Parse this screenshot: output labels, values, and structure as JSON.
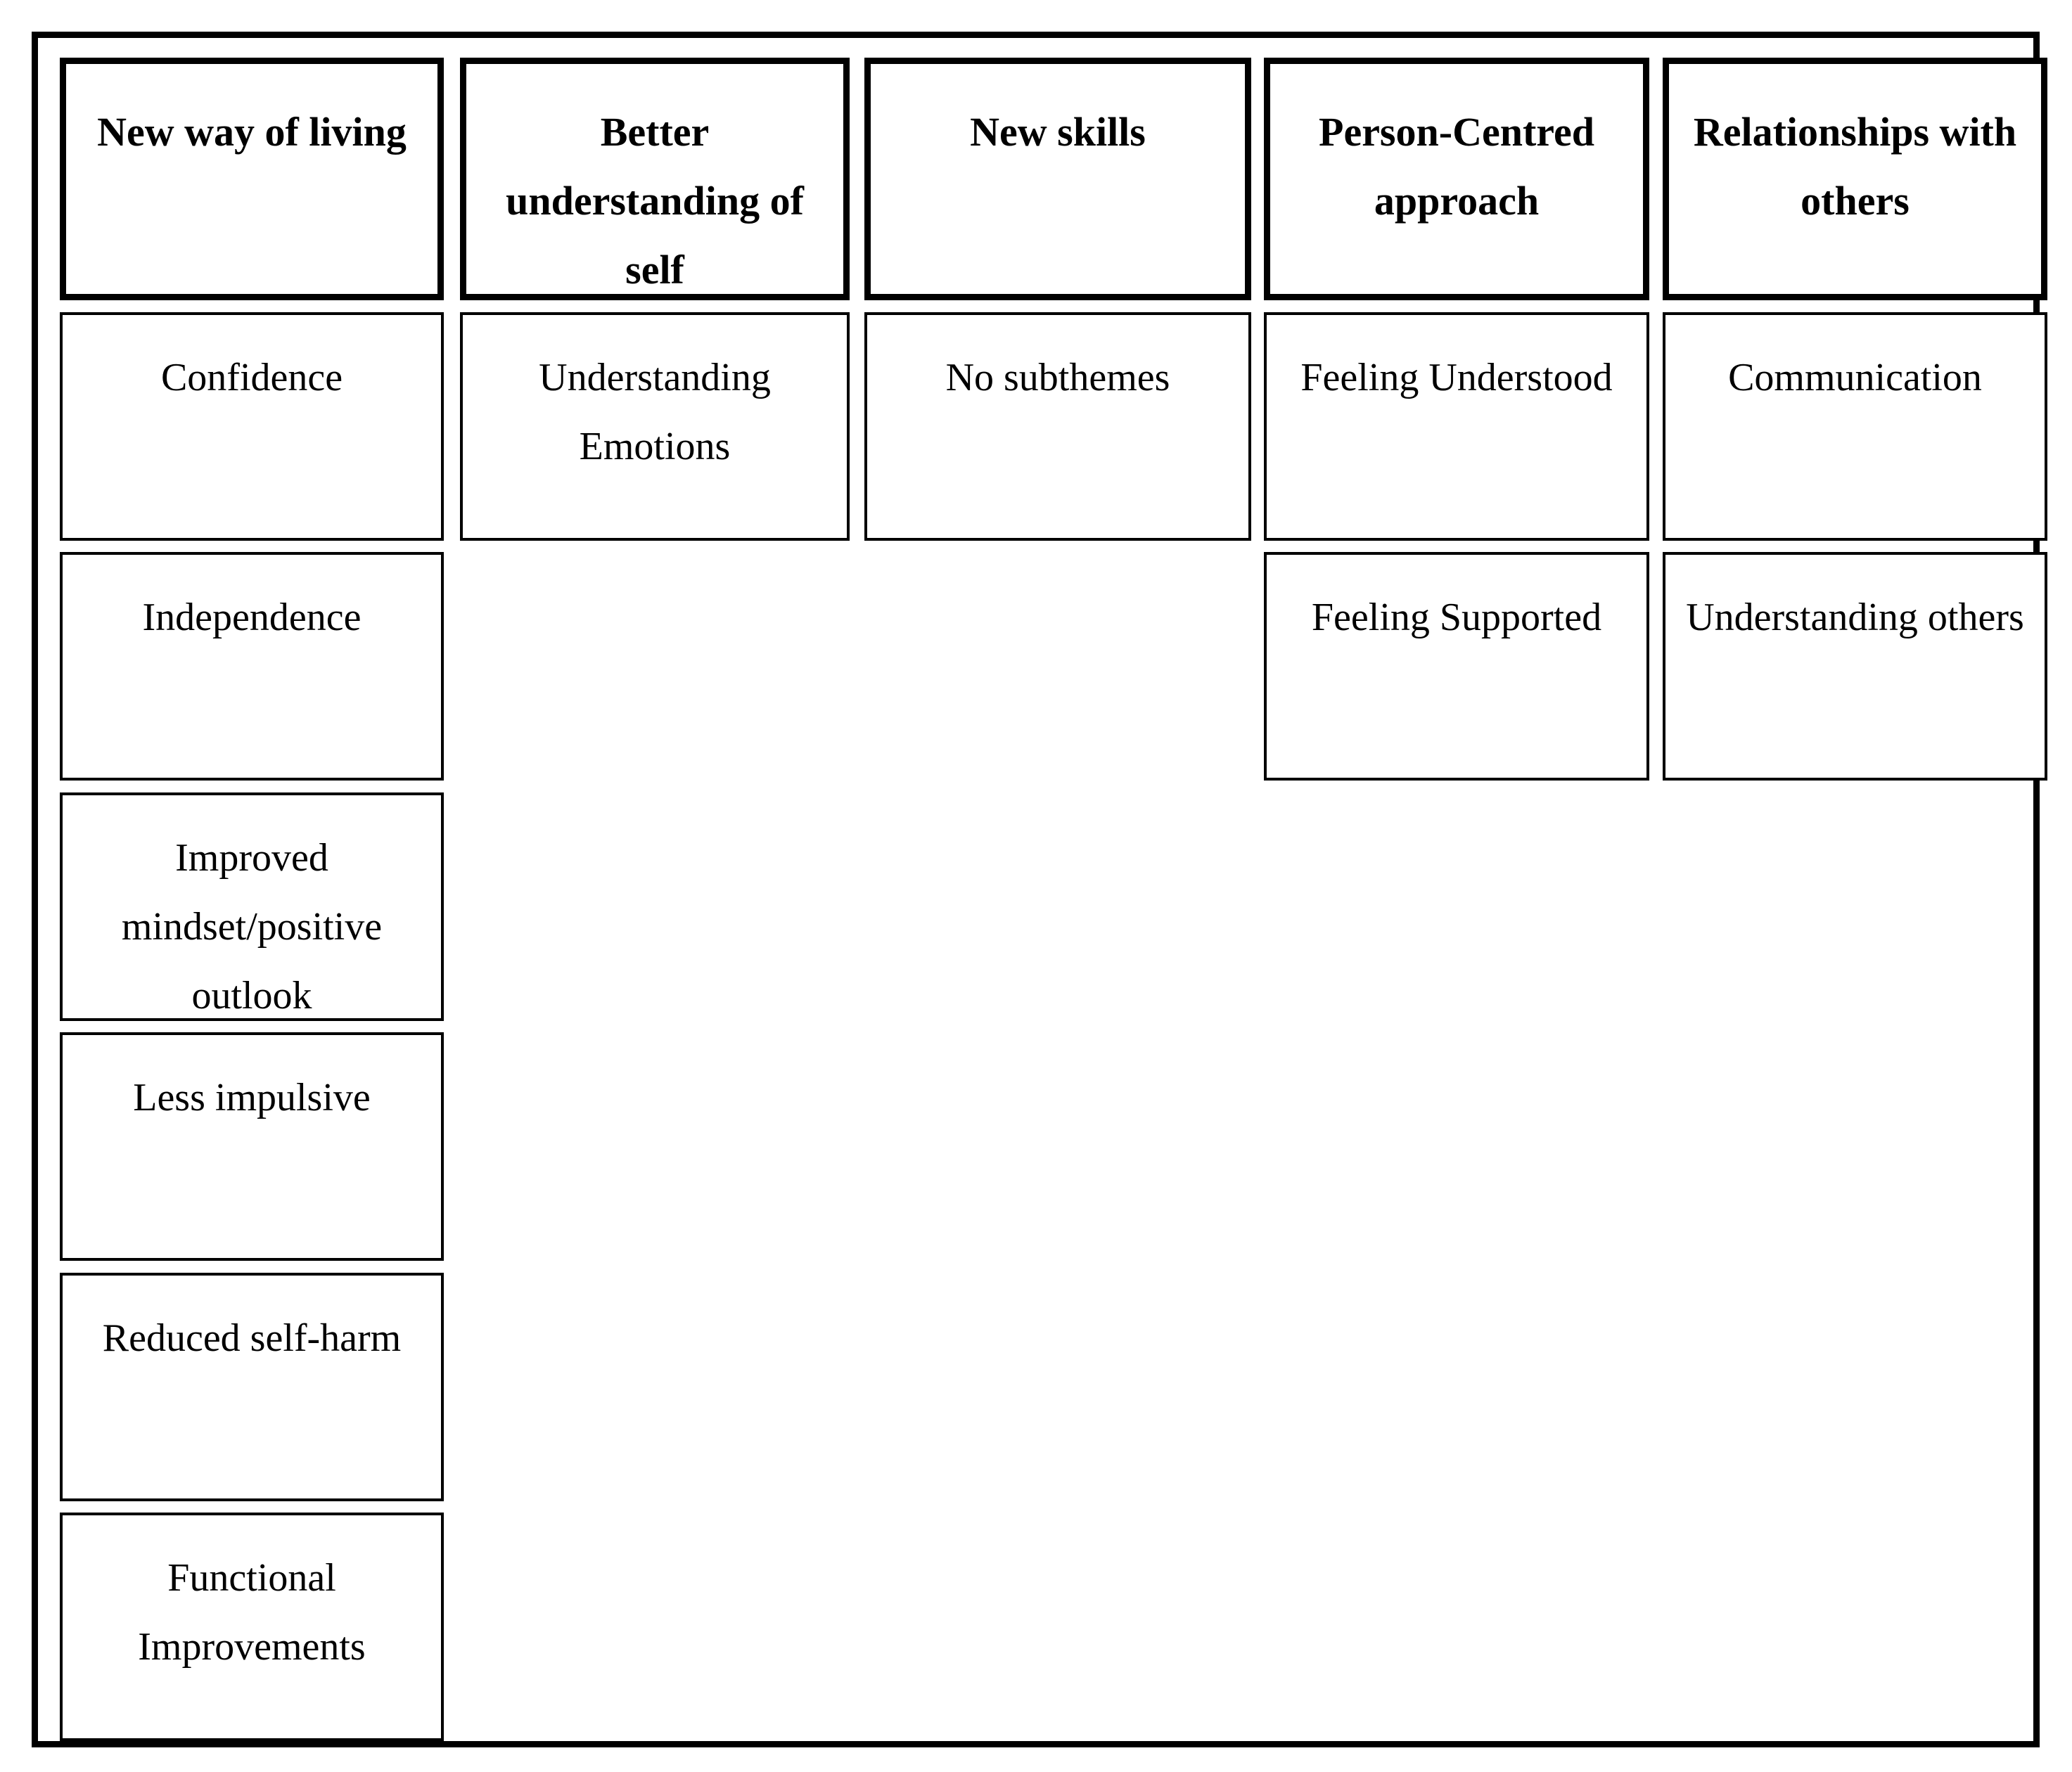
{
  "figure": {
    "kind": "thematic-framework-table",
    "border_color": "#000000",
    "background_color": "#ffffff",
    "columns": [
      {
        "id": "new-way-of-living",
        "theme": "New way of living",
        "subthemes": [
          "Confidence",
          "Independence",
          "Improved mindset/positive outlook",
          "Less impulsive",
          "Reduced self-harm",
          "Functional Improvements"
        ]
      },
      {
        "id": "better-understanding-of-self",
        "theme": "Better understanding of self",
        "subthemes": [
          "Understanding Emotions"
        ]
      },
      {
        "id": "new-skills",
        "theme": "New skills",
        "subthemes": [
          "No subthemes"
        ]
      },
      {
        "id": "person-centred-approach",
        "theme": "Person-Centred approach",
        "subthemes": [
          "Feeling Understood",
          "Feeling Supported"
        ]
      },
      {
        "id": "relationships-with-others",
        "theme": "Relationships with others",
        "subthemes": [
          "Communication",
          "Understanding others"
        ]
      }
    ]
  }
}
